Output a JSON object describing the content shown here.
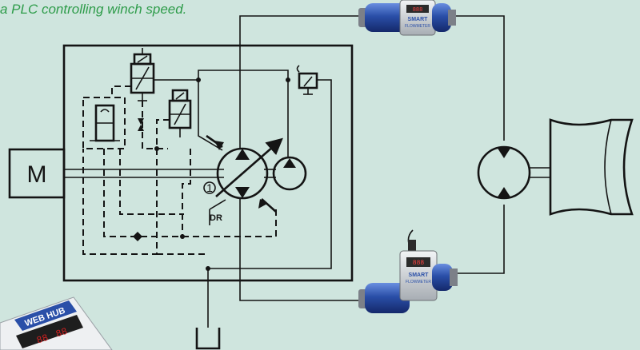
{
  "caption": "a PLC controlling winch speed.",
  "motor_label": "M",
  "dr_label": "DR",
  "pump_mark": "1",
  "flowmeter_brand": "SMART",
  "flowmeter_brand_sub": "FLOWMETER",
  "display_brand": "WEB HUB",
  "colors": {
    "background": "#cfe5de",
    "caption": "#2e9c4a",
    "lines": "#141414",
    "flowmeter_body": "#2a4fa8",
    "flowmeter_head": "#d0d4d8",
    "display_digits": "#d42020"
  }
}
